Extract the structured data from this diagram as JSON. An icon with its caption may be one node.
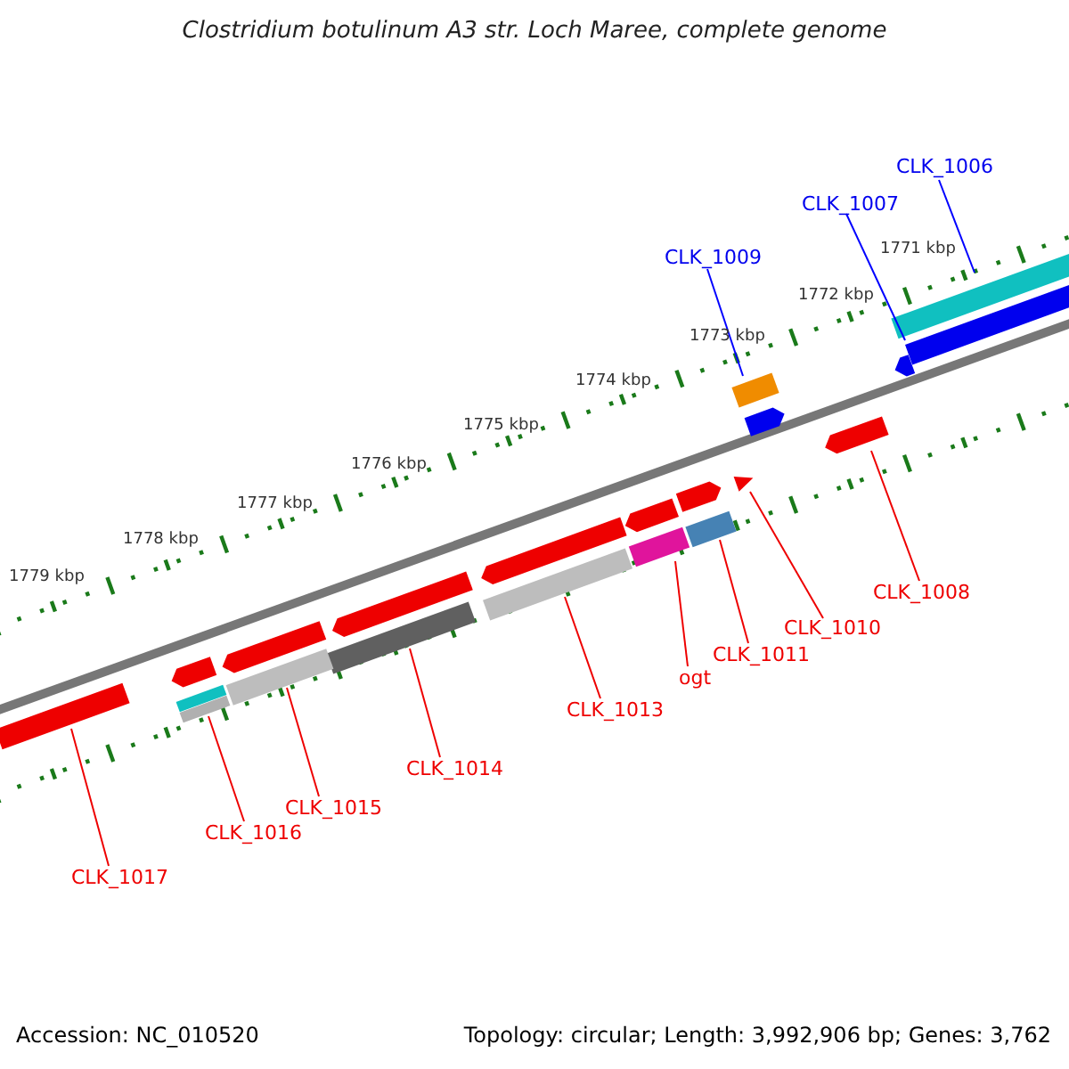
{
  "diagram": {
    "title": "Clostridium botulinum A3 str. Loch Maree, complete genome",
    "nodes": [
      {
        "text": [
          "CLK_1006"
        ]
      },
      {
        "text": [
          "CLK_1007"
        ]
      },
      {
        "text": [
          "CLK_1009"
        ]
      },
      {
        "text": [
          "CLK_1008"
        ]
      },
      {
        "text": [
          "CLK_1010"
        ]
      },
      {
        "text": [
          "CLK_1011"
        ]
      },
      {
        "text": [
          "ogt"
        ]
      },
      {
        "text": [
          "CLK_1013"
        ]
      },
      {
        "text": [
          "CLK_1014"
        ]
      },
      {
        "text": [
          "CLK_1015"
        ]
      },
      {
        "text": [
          "CLK_1016"
        ]
      },
      {
        "text": [
          "CLK_1017"
        ]
      },
      {
        "text": [],
        "shape": "bar"
      },
      {
        "text": [],
        "shape": "bar"
      },
      {
        "text": [],
        "shape": "bar"
      },
      {
        "text": [],
        "shape": "bar"
      },
      {
        "text": [],
        "shape": "bar"
      },
      {
        "text": [],
        "shape": "bar"
      },
      {
        "text": [],
        "shape": "bar"
      },
      {
        "text": [],
        "shape": "bar"
      },
      {
        "text": [],
        "shape": "bar"
      },
      {
        "text": [],
        "shape": "bar"
      },
      {
        "text": [],
        "shape": "bar"
      },
      {
        "text": [],
        "shape": "bar"
      },
      {
        "text": [],
        "shape": "bar"
      },
      {
        "text": [],
        "shape": "bar"
      },
      {
        "text": [],
        "shape": "bar"
      },
      {
        "text": [],
        "shape": "bar"
      },
      {
        "text": [],
        "shape": "bar"
      },
      {
        "text": [],
        "shape": "bar"
      },
      {
        "text": [],
        "shape": "bar"
      },
      {
        "text": [],
        "shape": "bar"
      }
    ],
    "edges": [
      {
        "from": 0,
        "to": 12,
        "arrow": "none",
        "color": "#0000ff"
      },
      {
        "from": 1,
        "to": 13,
        "arrow": "none",
        "color": "#0000ff"
      },
      {
        "from": 2,
        "to": 14,
        "arrow": "none",
        "color": "#0000ff"
      },
      {
        "from": 3,
        "to": 15,
        "arrow": "none"
      },
      {
        "from": 4,
        "to": 16,
        "arrow": "none"
      },
      {
        "from": 5,
        "to": 17,
        "arrow": "none"
      },
      {
        "from": 6,
        "to": 18,
        "arrow": "none"
      },
      {
        "from": 7,
        "to": 19,
        "arrow": "none"
      },
      {
        "from": 8,
        "to": 20,
        "arrow": "none"
      },
      {
        "from": 9,
        "to": 21,
        "arrow": "none"
      },
      {
        "from": 10,
        "to": 22,
        "arrow": "none"
      },
      {
        "from": 11,
        "to": 23,
        "arrow": "none"
      }
    ],
    "labels": [
      "1771 kbp",
      "1772 kbp",
      "1773 kbp",
      "1774 kbp",
      "1775 kbp",
      "1776 kbp",
      "1777 kbp",
      "1778 kbp",
      "1779 kbp",
      "Accession: NC_010520",
      "Topology: circular; Length: 3,992,906 bp; Genes: 3,762"
    ]
  }
}
